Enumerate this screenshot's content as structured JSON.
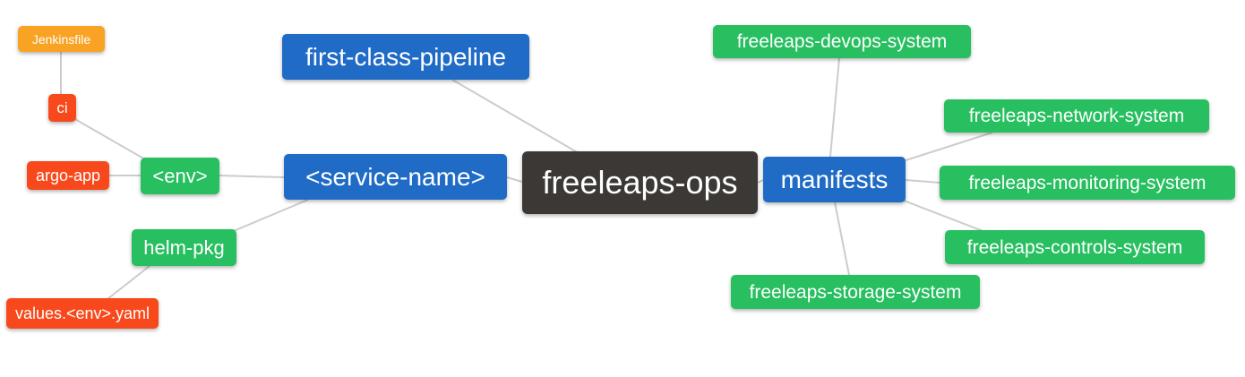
{
  "diagram": {
    "type": "mindmap",
    "root_label": "freeleaps-ops"
  },
  "palette": {
    "blue": "#1F6BC5",
    "green": "#27BF5F",
    "red": "#F8491C",
    "orange": "#F9A324",
    "dark": "#3B3835",
    "edge": "#CCCCCC",
    "text": "#FFFFFF",
    "background": "#FFFFFF"
  },
  "nodes": {
    "jenkinsfile": {
      "label": "Jenkinsfile",
      "color": "orange"
    },
    "ci": {
      "label": "ci",
      "color": "red"
    },
    "argo_app": {
      "label": "argo-app",
      "color": "red"
    },
    "env": {
      "label": "<env>",
      "color": "green"
    },
    "helm_pkg": {
      "label": "helm-pkg",
      "color": "green"
    },
    "values_env_yaml": {
      "label": "values.<env>.yaml",
      "color": "red"
    },
    "first_class_pipeline": {
      "label": "first-class-pipeline",
      "color": "blue"
    },
    "service_name": {
      "label": "<service-name>",
      "color": "blue"
    },
    "freeleaps_ops": {
      "label": "freeleaps-ops",
      "color": "dark"
    },
    "manifests": {
      "label": "manifests",
      "color": "blue"
    },
    "devops_system": {
      "label": "freeleaps-devops-system",
      "color": "green"
    },
    "network_system": {
      "label": "freeleaps-network-system",
      "color": "green"
    },
    "monitoring_system": {
      "label": "freeleaps-monitoring-system",
      "color": "green"
    },
    "controls_system": {
      "label": "freeleaps-controls-system",
      "color": "green"
    },
    "storage_system": {
      "label": "freeleaps-storage-system",
      "color": "green"
    }
  },
  "edges": [
    {
      "from": "ci",
      "to": "Jenkinsfile"
    },
    {
      "from": "<env>",
      "to": "ci"
    },
    {
      "from": "<env>",
      "to": "argo-app"
    },
    {
      "from": "<service-name>",
      "to": "<env>"
    },
    {
      "from": "<service-name>",
      "to": "helm-pkg"
    },
    {
      "from": "helm-pkg",
      "to": "values.<env>.yaml"
    },
    {
      "from": "freeleaps-ops",
      "to": "first-class-pipeline"
    },
    {
      "from": "freeleaps-ops",
      "to": "<service-name>"
    },
    {
      "from": "freeleaps-ops",
      "to": "manifests"
    },
    {
      "from": "manifests",
      "to": "freeleaps-devops-system"
    },
    {
      "from": "manifests",
      "to": "freeleaps-network-system"
    },
    {
      "from": "manifests",
      "to": "freeleaps-monitoring-system"
    },
    {
      "from": "manifests",
      "to": "freeleaps-controls-system"
    },
    {
      "from": "manifests",
      "to": "freeleaps-storage-system"
    }
  ]
}
